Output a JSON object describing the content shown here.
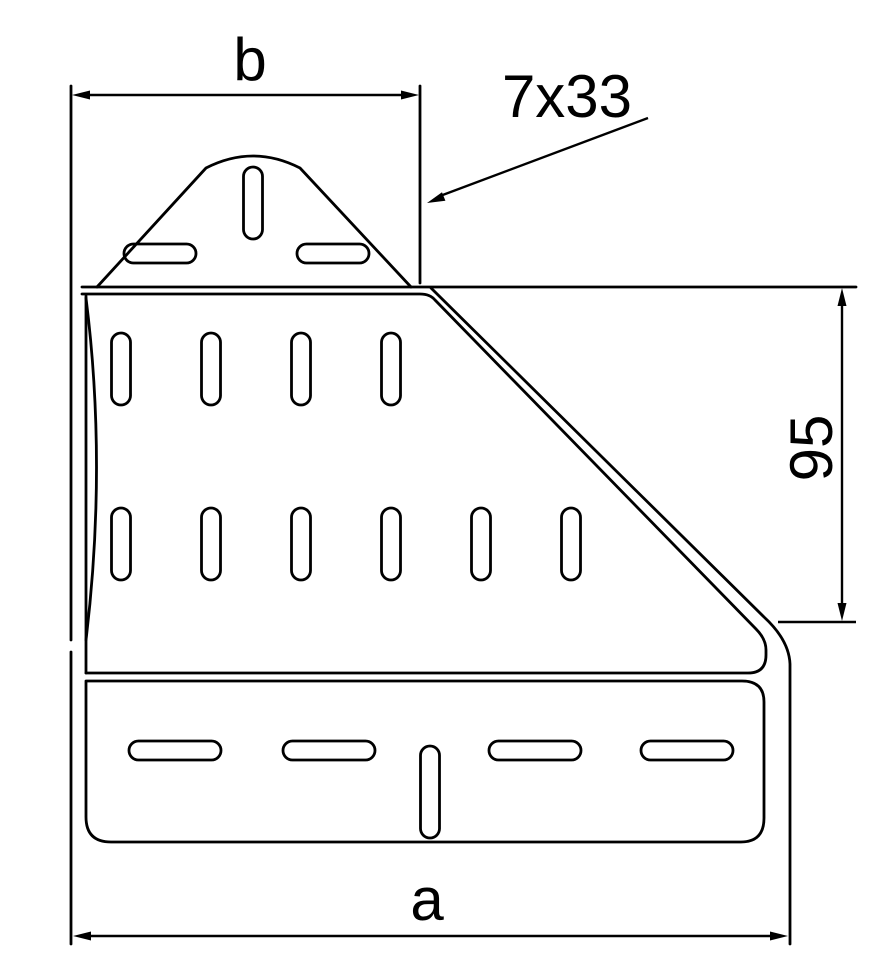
{
  "drawing": {
    "dimension_b": "b",
    "dimension_a": "a",
    "dimension_height": "95",
    "slot_size_callout": "7x33"
  }
}
